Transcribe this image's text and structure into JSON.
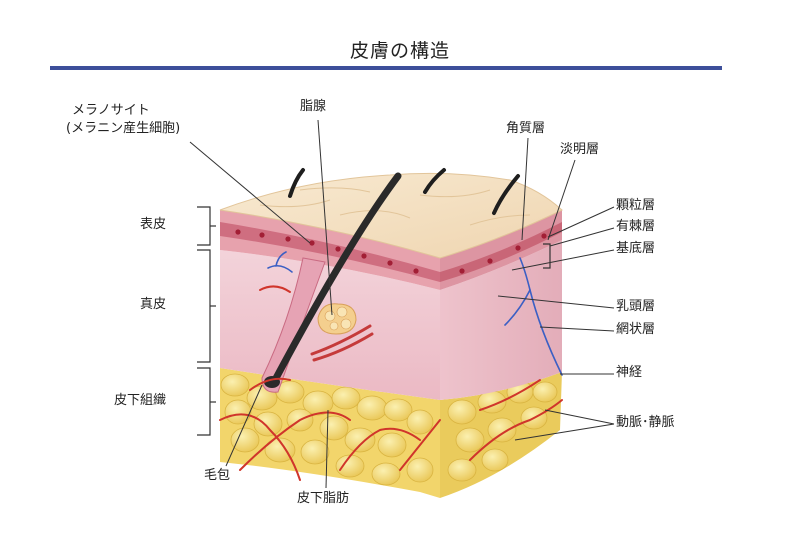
{
  "title": "皮膚の構造",
  "labels": {
    "melanocyte_line1": "メラノサイト",
    "melanocyte_line2": "(メラニン産生細胞)",
    "sebaceous_gland": "脂腺",
    "stratum_corneum": "角質層",
    "stratum_lucidum": "淡明層",
    "stratum_granulosum": "顆粒層",
    "stratum_spinosum": "有棘層",
    "stratum_basale": "基底層",
    "papillary_layer": "乳頭層",
    "reticular_layer": "網状層",
    "nerve": "神経",
    "artery_vein": "動脈･静脈",
    "epidermis": "表皮",
    "dermis": "真皮",
    "subcutis": "皮下組織",
    "hair_follicle": "毛包",
    "subcutaneous_fat": "皮下脂肪"
  },
  "colors": {
    "title_rule": "#3d4f9a",
    "epidermis_surface": "#f6e4c8",
    "epidermis_layer": "#e7a2ad",
    "dermis": "#f1cbd3",
    "fat": "#f5de7e",
    "vessel": "#d0352b",
    "nerve": "#3b5fc4",
    "hair": "#2a2a2a"
  }
}
